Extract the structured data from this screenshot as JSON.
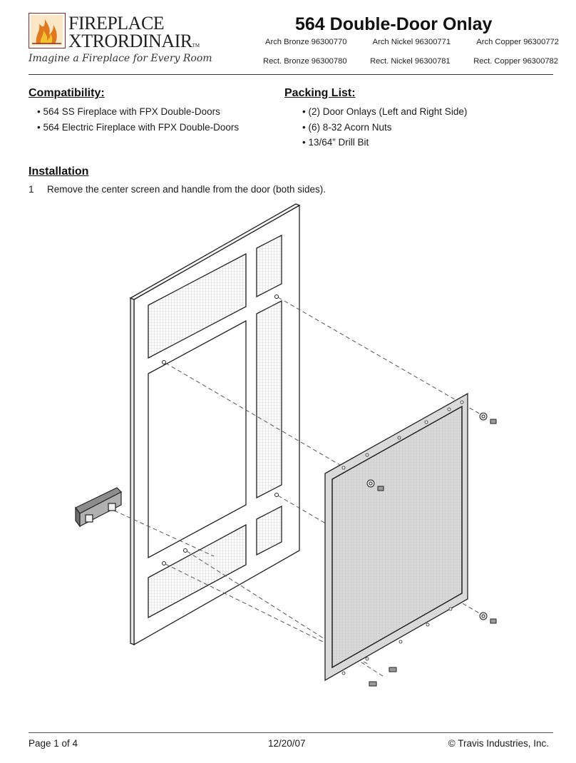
{
  "header": {
    "brand_line1": "FIREPLACE",
    "brand_line2": "XTRORDINAIR",
    "brand_tm": "TM",
    "tagline": "Imagine a Fireplace for Every Room",
    "title": "564 Double-Door Onlay",
    "parts_row1": [
      "Arch Bronze 96300770",
      "Arch Nickel 96300771",
      "Arch Copper 96300772"
    ],
    "parts_row2": [
      "Rect. Bronze 96300780",
      "Rect. Nickel 96300781",
      "Rect. Copper 96300782"
    ]
  },
  "compatibility": {
    "heading": "Compatibility:",
    "items": [
      "• 564 SS Fireplace with FPX Double-Doors",
      "• 564 Electric Fireplace with FPX Double-Doors"
    ]
  },
  "packing_list": {
    "heading": "Packing List:",
    "items": [
      "• (2) Door Onlays (Left and Right Side)",
      "• (6) 8-32 Acorn Nuts",
      "• 13/64” Drill Bit"
    ]
  },
  "installation": {
    "heading": "Installation",
    "steps": [
      {
        "number": "1",
        "text": "Remove the center screen and handle from the door (both sides)."
      }
    ]
  },
  "footer": {
    "page": "Page 1 of 4",
    "date": "12/20/07",
    "copyright": "© Travis Industries, Inc."
  },
  "colors": {
    "logo_border": "#8a2a1a",
    "flame_orange": "#e0781e",
    "flame_yellow": "#f2c230",
    "line_art": "#222222"
  }
}
